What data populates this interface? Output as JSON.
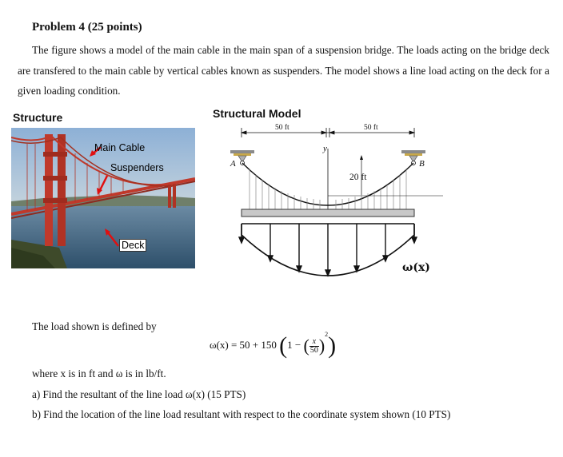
{
  "problem": {
    "title": "Problem 4 (25 points)",
    "intro": "The figure shows a model of the main cable in the main span of a suspension bridge. The loads acting on the bridge deck are transfered to the main cable by vertical cables known as suspenders. The model shows a line load acting on the deck for a given loading condition."
  },
  "structure": {
    "heading": "Structure",
    "labels": {
      "main_cable": "Main Cable",
      "suspenders": "Suspenders",
      "deck": "Deck"
    }
  },
  "model": {
    "heading": "Structural Model",
    "dim_left": "50 ft",
    "dim_right": "50 ft",
    "axis_y": "y",
    "support_a": "A",
    "support_b": "B",
    "sag": "20 ft",
    "load_label": "ω(x)"
  },
  "body": {
    "defined_by": "The load shown is defined by",
    "where": "where x is in ft and ω is in lb/ft.",
    "part_a": "a) Find the resultant of the line load ω(x) (15 PTS)",
    "part_b": "b) Find the location of the line load resultant with respect to the coordinate system shown (10 PTS)"
  },
  "equation": {
    "lhs": "ω(x) = 50 + 150",
    "one_minus": "1 −",
    "frac_num": "x",
    "frac_den": "50",
    "power": "2"
  }
}
